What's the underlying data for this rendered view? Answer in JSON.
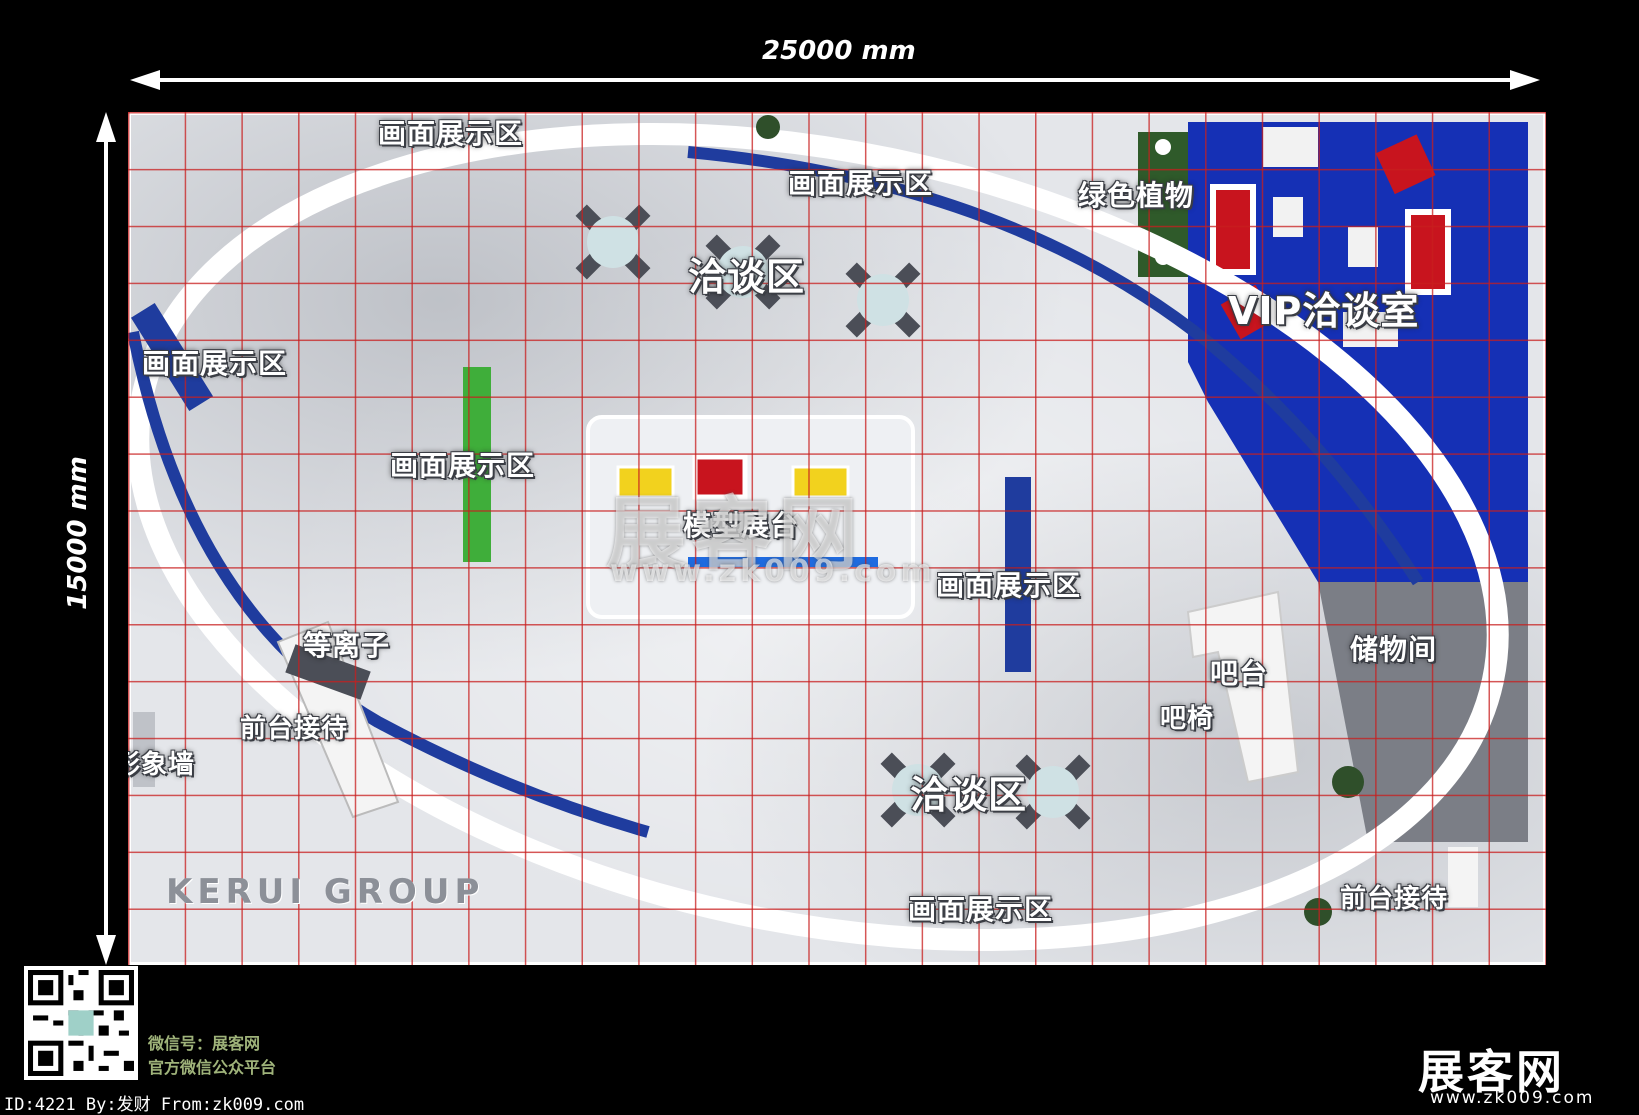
{
  "dimensions": {
    "width_label": "25000 mm",
    "height_label": "15000 mm"
  },
  "zones": {
    "display_top_left": "画面展示区",
    "display_top_center": "画面展示区",
    "display_left": "画面展示区",
    "display_mid_left": "画面展示区",
    "display_mid_right": "画面展示区",
    "display_bottom": "画面展示区",
    "negotiation_top": "洽谈区",
    "negotiation_bottom": "洽谈区",
    "green_plants": "绿色植物",
    "vip_room": "VIP洽谈室",
    "model_platform": "模型展台",
    "plasma": "等离子",
    "reception_left": "前台接待",
    "image_wall": "形象墙",
    "bar": "吧台",
    "bar_chairs": "吧椅",
    "storage": "储物间",
    "reception_right": "前台接待"
  },
  "brand": {
    "company": "KERUI GROUP"
  },
  "watermark": {
    "logo_text": "展客网",
    "url": "www.zk009.com"
  },
  "footer": {
    "wechat_id": "微信号：展客网",
    "wechat_desc": "官方微信公众平台",
    "id_line": "ID:4221 By:发财 From:zk009.com",
    "brand_logo": "展客网",
    "brand_url": "www.zk009.com"
  },
  "colors": {
    "blue_wall": "#1f3c9e",
    "vip_carpet": "#1530b5",
    "green_panel": "#3fae3a",
    "grid_line": "#c81e1e",
    "sofa_red": "#c8141e"
  }
}
